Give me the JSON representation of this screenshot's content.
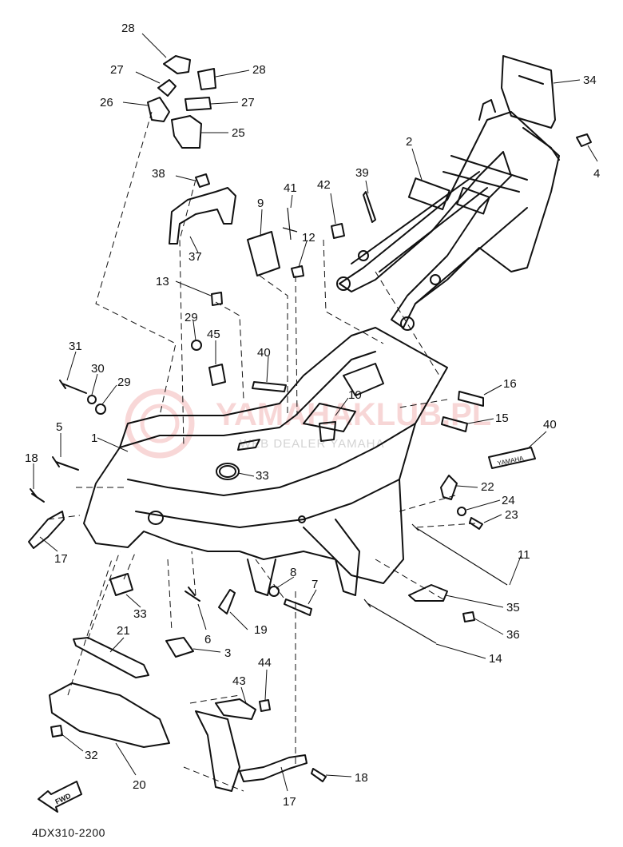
{
  "drawing_code": "4DX310-2200",
  "watermark": {
    "brand": "YAMAHAKLUB.PL",
    "tagline": "WEB DEALER YAMAHA"
  },
  "fwd_label": "FWD",
  "emblem_label": "YAMAHA",
  "callouts": [
    "28",
    "27",
    "28",
    "26",
    "27",
    "25",
    "34",
    "2",
    "4",
    "38",
    "39",
    "42",
    "41",
    "9",
    "12",
    "37",
    "13",
    "29",
    "45",
    "40",
    "31",
    "30",
    "29",
    "10",
    "16",
    "15",
    "40",
    "5",
    "1",
    "33",
    "18",
    "22",
    "24",
    "23",
    "17",
    "8",
    "7",
    "11",
    "33",
    "35",
    "36",
    "6",
    "19",
    "3",
    "21",
    "14",
    "44",
    "43",
    "32",
    "20",
    "18",
    "17"
  ]
}
